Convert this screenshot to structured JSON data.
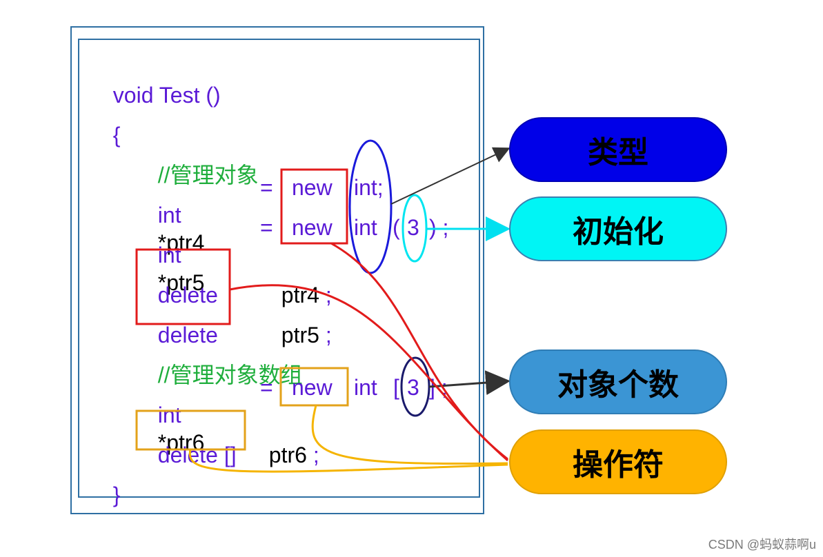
{
  "code_lines": {
    "line1": "void Test ()",
    "line2": "{",
    "comment1": "//管理对象",
    "l4_kw": "int",
    "l4_star": "*",
    "l4_id": "ptr4",
    "l4_eq": "=",
    "l4_new": "new",
    "l4_type": "int;",
    "l5_kw": "int",
    "l5_star": "*",
    "l5_id": "ptr5",
    "l5_eq": "=",
    "l5_new": "new",
    "l5_type": "int",
    "l5_paren_open": "(",
    "l5_num": "3",
    "l5_paren_close": ") ;",
    "l6_del": "delete",
    "l6_id": "ptr4",
    "l6_semi": ";",
    "l7_del": "delete",
    "l7_id": "ptr5",
    "l7_semi": ";",
    "comment2": "//管理对象数组",
    "l9_kw": "int",
    "l9_star": "*",
    "l9_id": "ptr6",
    "l9_eq": "=",
    "l9_new": "new",
    "l9_type": "int",
    "l9_bracket_open": "[",
    "l9_num": "3",
    "l9_bracket_close": "] ;",
    "l10_del": "delete []",
    "l10_id": "ptr6",
    "l10_semi": ";",
    "line_close": "}"
  },
  "labels": {
    "type": "类型",
    "init": "初始化",
    "count": "对象个数",
    "operator": "操作符"
  },
  "colors": {
    "type_pill": "#0000e8",
    "init_pill": "#00f5f5",
    "count_pill": "#3b95d4",
    "operator_pill": "#ffb300",
    "red_box": "#e21b1b",
    "orange_box": "#e3a21a",
    "frame": "#2e6fa3"
  },
  "watermark": "CSDN @蚂蚁蒜啊u"
}
